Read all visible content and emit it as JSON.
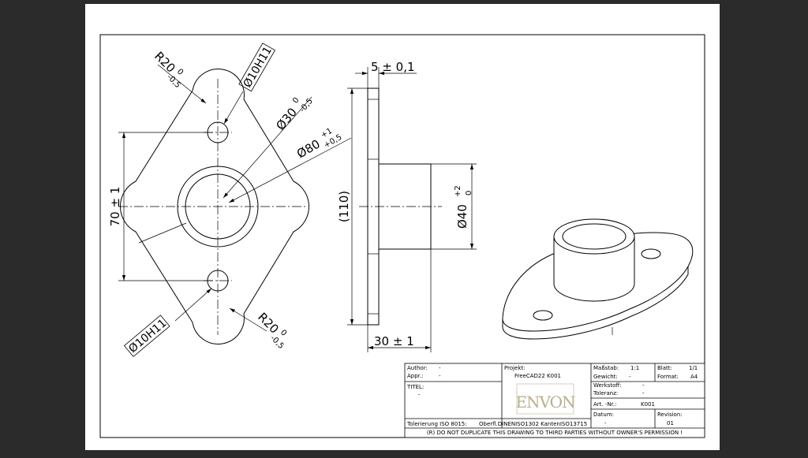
{
  "colors": {
    "background": "#2b2b2b",
    "sheet": "#ffffff",
    "line": "#000000",
    "logo": "#b8b08a"
  },
  "front_view": {
    "dims": {
      "r20_top": {
        "main": "R20",
        "tol_upper": "0",
        "tol_lower": "-0,5"
      },
      "hole_top": {
        "main": "Ø10H11"
      },
      "d30": {
        "main": "Ø30",
        "tol_upper": "0",
        "tol_lower": "-0,5"
      },
      "d80": {
        "main": "Ø80",
        "tol_upper": "+1",
        "tol_lower": "+0,5"
      },
      "h70": {
        "main": "70 ± 1"
      },
      "hole_bottom": {
        "main": "Ø10H11"
      },
      "r20_bottom": {
        "main": "R20",
        "tol_upper": "0",
        "tol_lower": "-0,5"
      }
    }
  },
  "side_view": {
    "dims": {
      "thickness": {
        "main": "5 ± 0,1"
      },
      "height": {
        "main": "(110)"
      },
      "d40": {
        "main": "Ø40",
        "tol_upper": "+2",
        "tol_lower": "0"
      },
      "length": {
        "main": "30 ± 1"
      }
    }
  },
  "title_block": {
    "author_label": "Author:",
    "author_value": "-",
    "appr_label": "Appr.:",
    "appr_value": "-",
    "titel_label": "TITEL:",
    "titel_value": "-",
    "projekt_label": "Projekt:",
    "projekt_value": "FreeCAD22 K001",
    "massstab_label": "Maßstab:",
    "massstab_value": "1:1",
    "gewicht_label": "Gewicht:",
    "gewicht_value": "-",
    "blatt_label": "Blatt:",
    "blatt_value": "1/1",
    "format_label": "Format:",
    "format_value": "A4",
    "werkstoff_label": "Werkstoff:",
    "werkstoff_value": "-",
    "toleranz_label": "Toleranz:",
    "toleranz_value": "-",
    "artnr_label": "Art. -Nr.:",
    "artnr_value": "K001",
    "datum_label": "Datum:",
    "datum_value": "-",
    "revision_label": "Revision:",
    "revision_value": "01",
    "tolerierung": "Tolerierung ISO 8015:",
    "oberfl": "Oberfl.DINENISO1302 KantenISO13715",
    "logo": "ENVON",
    "notice": "(R) DO NOT DUPLICATE THIS DRAWING TO THIRD PARTIES WITHOUT OWNER'S PERMISSION !"
  }
}
